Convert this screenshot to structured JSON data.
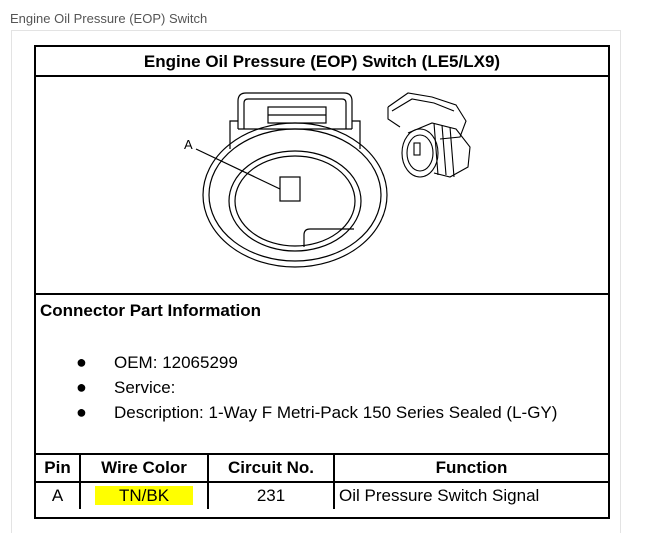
{
  "caption": "Engine Oil Pressure (EOP) Switch",
  "document": {
    "title": "Engine Oil Pressure (EOP) Switch (LE5/LX9)",
    "diagram": {
      "callout_label": "A"
    },
    "connector_info": {
      "heading": "Connector Part Information",
      "items": [
        {
          "label": "OEM:",
          "value": "12065299"
        },
        {
          "label": "Service:",
          "value": ""
        },
        {
          "label": "Description:",
          "value": "1-Way F Metri-Pack 150 Series Sealed (L-GY)"
        }
      ]
    },
    "pin_table": {
      "headers": [
        "Pin",
        "Wire Color",
        "Circuit No.",
        "Function"
      ],
      "rows": [
        {
          "pin": "A",
          "wire_color": "TN/BK",
          "circuit": "231",
          "function": "Oil Pressure Switch Signal"
        }
      ]
    },
    "highlight_color": "#ffff00"
  }
}
